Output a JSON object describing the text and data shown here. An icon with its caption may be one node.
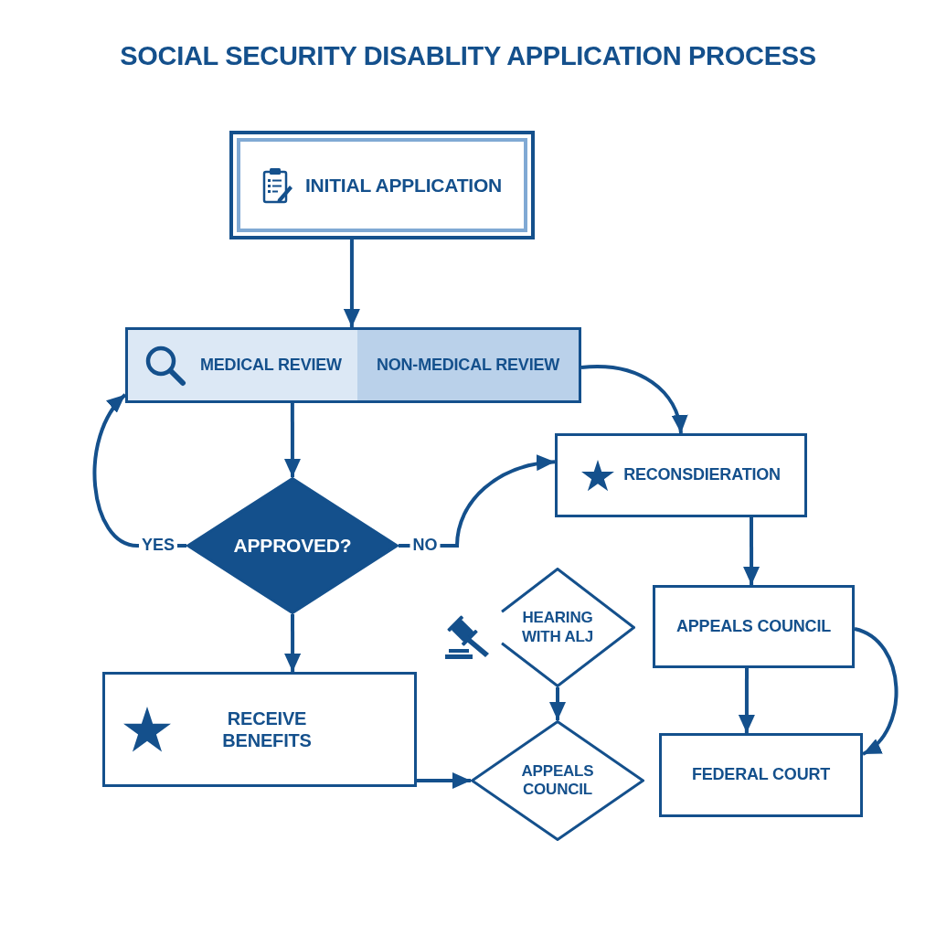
{
  "diagram": {
    "title": "SOCIAL SECURITY DISABLITY APPLICATION PROCESS",
    "nodes": [
      {
        "text": [
          "INITIAL APPLICATION"
        ]
      },
      {
        "text": [
          "MEDICAL REVIEW"
        ]
      },
      {
        "text": [
          "NON-MEDICAL REVIEW"
        ]
      },
      {
        "text": [
          "APPROVED?"
        ]
      },
      {
        "text": [
          "RECONSDIERATION"
        ]
      },
      {
        "text": [
          "HEARING WITH ALJ"
        ]
      },
      {
        "text": [
          "APPEALS COUNCIL"
        ]
      },
      {
        "text": [
          "RECEIVE BENEFITS"
        ]
      },
      {
        "text": [
          "APPEALS COUNCIL"
        ]
      },
      {
        "text": [
          "FEDERAL COURT"
        ]
      }
    ],
    "edges": [
      {
        "from": 0,
        "to": 1,
        "arrow": "to"
      },
      {
        "from": 1,
        "to": 3,
        "arrow": "to"
      },
      {
        "from": 3,
        "to": 1,
        "arrow": "to",
        "label": "YES"
      },
      {
        "from": 3,
        "to": 4,
        "arrow": "to",
        "label": "NO"
      },
      {
        "from": 2,
        "to": 4,
        "arrow": "to"
      },
      {
        "from": 4,
        "to": 6,
        "arrow": "to"
      },
      {
        "from": 5,
        "to": 8,
        "arrow": "to"
      },
      {
        "from": 3,
        "to": 7,
        "arrow": "to"
      },
      {
        "from": 7,
        "to": 8,
        "arrow": "to"
      },
      {
        "from": 6,
        "to": 9,
        "arrow": "to"
      },
      {
        "from": 6,
        "to": 9,
        "arrow": "to"
      }
    ]
  }
}
